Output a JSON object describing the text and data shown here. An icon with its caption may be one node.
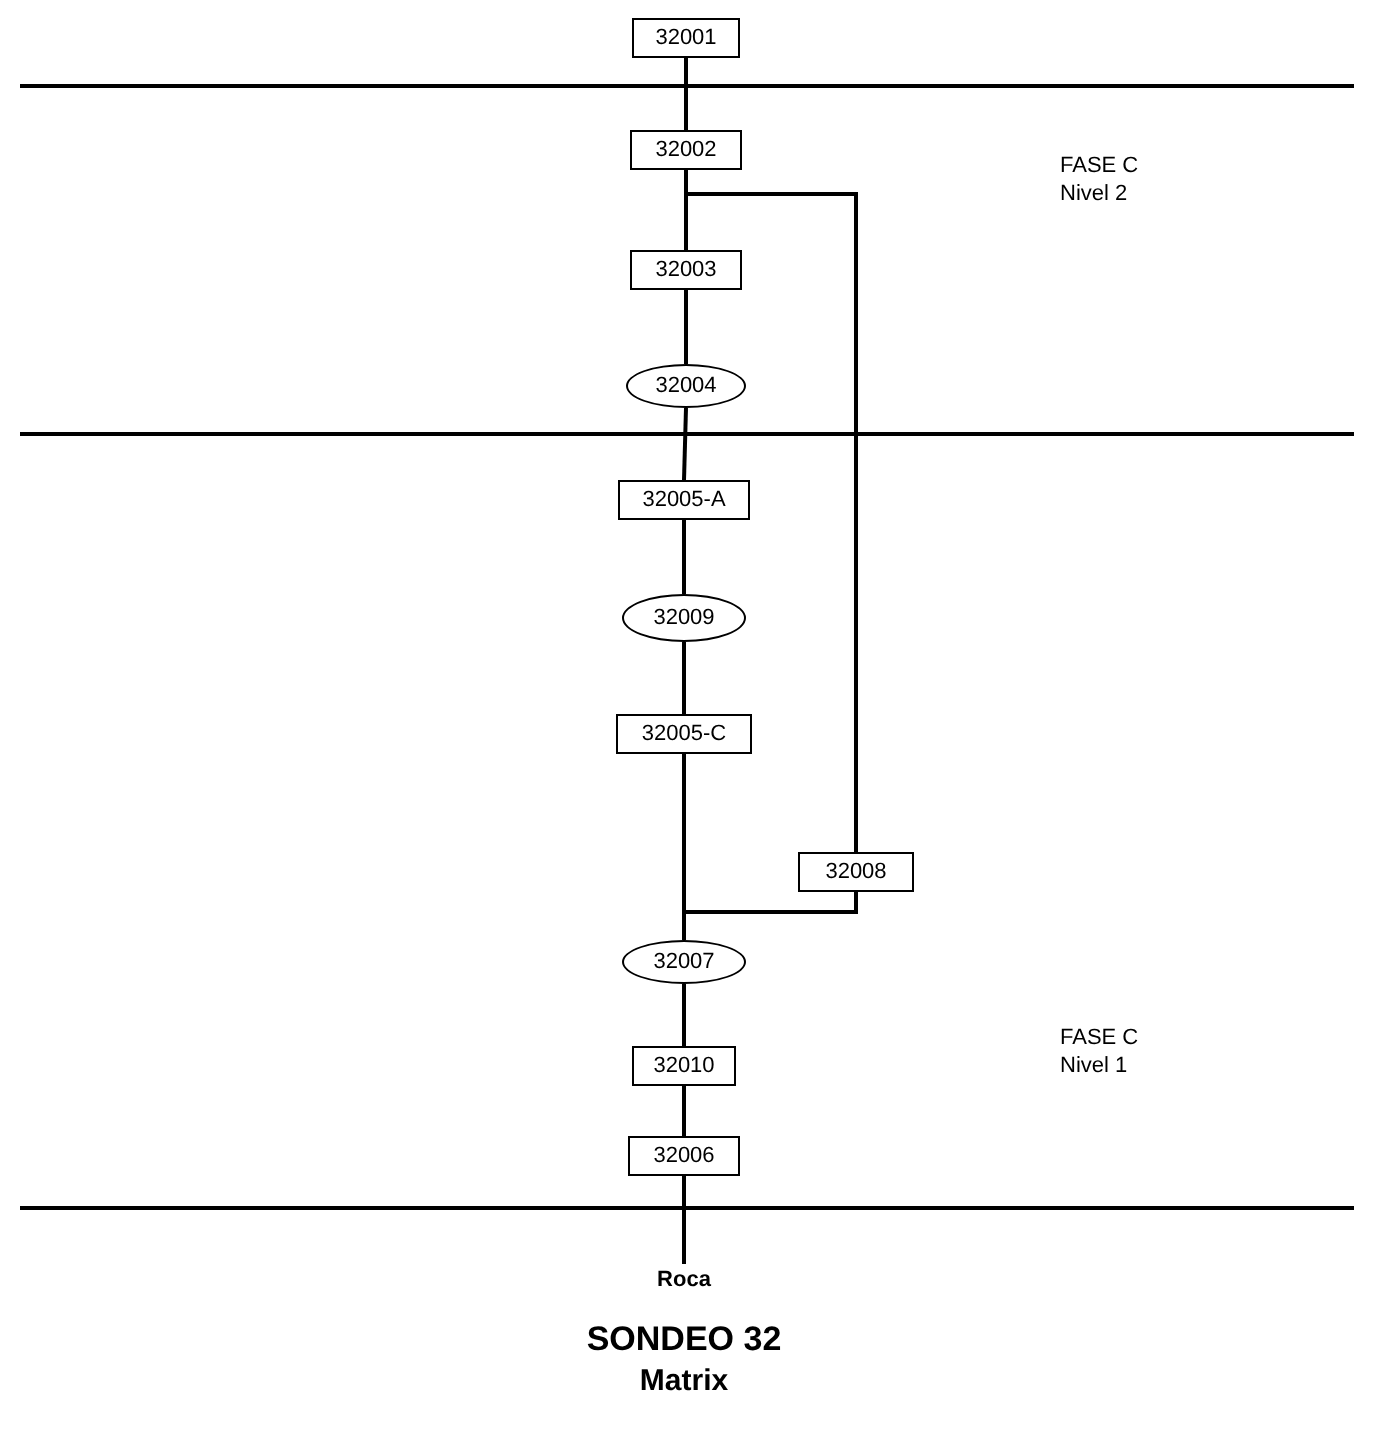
{
  "diagram": {
    "title": "SONDEO 32",
    "caption": "Matrix",
    "nodes": [
      {
        "text": [
          "32001"
        ]
      },
      {
        "text": [
          "32002"
        ]
      },
      {
        "text": [
          "32003"
        ]
      },
      {
        "text": [
          "32004"
        ]
      },
      {
        "text": [
          "32005-A"
        ]
      },
      {
        "text": [
          "32009"
        ]
      },
      {
        "text": [
          "32005-C"
        ]
      },
      {
        "text": [
          "32008"
        ]
      },
      {
        "text": [
          "32007"
        ]
      },
      {
        "text": [
          "32010"
        ]
      },
      {
        "text": [
          "32006"
        ]
      },
      {
        "text": [
          "Roca"
        ]
      }
    ],
    "edges": [
      {
        "from": 0,
        "to": 1,
        "arrow": "none"
      },
      {
        "from": 1,
        "to": 2,
        "arrow": "none"
      },
      {
        "from": 2,
        "to": 3,
        "arrow": "none"
      },
      {
        "from": 3,
        "to": 4,
        "arrow": "none"
      },
      {
        "from": 4,
        "to": 5,
        "arrow": "none"
      },
      {
        "from": 5,
        "to": 6,
        "arrow": "none"
      },
      {
        "from": 6,
        "to": 8,
        "arrow": "none"
      },
      {
        "from": 1,
        "to": 7,
        "arrow": "none"
      },
      {
        "from": 7,
        "to": 8,
        "arrow": "none"
      },
      {
        "from": 8,
        "to": 9,
        "arrow": "none"
      },
      {
        "from": 9,
        "to": 10,
        "arrow": "none"
      },
      {
        "from": 10,
        "to": 11,
        "arrow": "none"
      }
    ],
    "labels": [
      "FASE C Nivel 2",
      "FASE C Nivel 1"
    ]
  }
}
